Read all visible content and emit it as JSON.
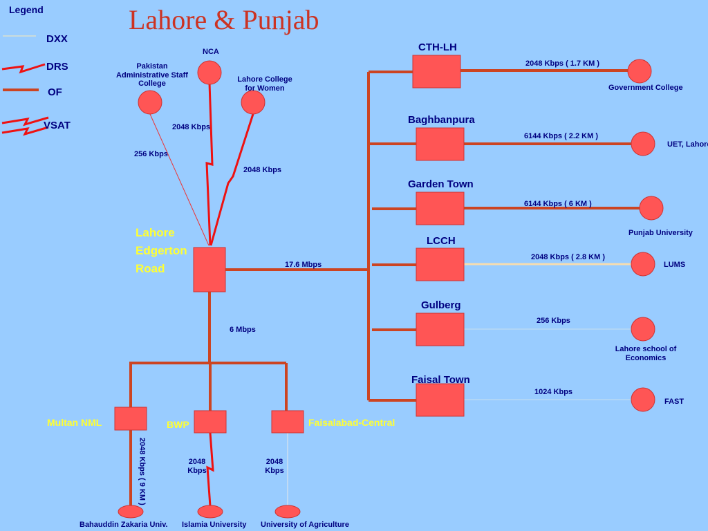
{
  "title": "Lahore & Punjab",
  "legend": {
    "heading": "Legend",
    "items": [
      {
        "label": "DXX",
        "icon": "thin-line-icon"
      },
      {
        "label": "DRS",
        "icon": "lightning-icon"
      },
      {
        "label": "OF",
        "icon": "thick-line-icon"
      },
      {
        "label": "VSAT",
        "icon": "double-lightning-icon"
      }
    ]
  },
  "hub": {
    "label_lines": [
      "Lahore",
      "Edgerton",
      "Road"
    ]
  },
  "exchanges": [
    {
      "name": "CTH-LH",
      "link": "2048 Kbps ( 1.7 KM )",
      "site": "Government College"
    },
    {
      "name": "Baghbanpura",
      "link": "6144 Kbps ( 2.2 KM )",
      "site": "UET, Lahore"
    },
    {
      "name": "Garden Town",
      "link": "6144 Kbps ( 6 KM )",
      "site": "Punjab University"
    },
    {
      "name": "LCCH",
      "link": "2048 Kbps ( 2.8 KM )",
      "site": "LUMS"
    },
    {
      "name": "Gulberg",
      "link": "256 Kbps",
      "site_lines": [
        "Lahore school of",
        "Economics"
      ]
    },
    {
      "name": "Faisal Town",
      "link": "1024 Kbps",
      "site": "FAST"
    }
  ],
  "top_sites": {
    "paksc": {
      "lines": [
        "Pakistan",
        "Administrative Staff",
        "College"
      ],
      "link": "256 Kbps"
    },
    "nca": {
      "name": "NCA",
      "link": "2048 Kbps"
    },
    "lcw": {
      "lines": [
        "Lahore College",
        "for Women"
      ],
      "link": "2048 Kbps"
    }
  },
  "backbone_link": "17.6 Mbps",
  "down_link": "6 Mbps",
  "regional": [
    {
      "name": "Multan NML",
      "link": "2048 Kbps ( 9 KM )",
      "site": "Bahauddin Zakaria Univ."
    },
    {
      "name": "BWP",
      "link_lines": [
        "2048",
        "Kbps"
      ],
      "site": "Islamia University"
    },
    {
      "name": "Faisalabad-Central",
      "link_lines": [
        "2048",
        "Kbps"
      ],
      "site": "University of Agriculture"
    }
  ],
  "colors": {
    "background": "#99ccff",
    "node": "#ff5555",
    "of_line": "#cc4422",
    "drs": "#ee1111",
    "dxx": "#f5dcb0",
    "title": "#cc3322",
    "text": "#000080",
    "hub_text": "#ffff33"
  }
}
